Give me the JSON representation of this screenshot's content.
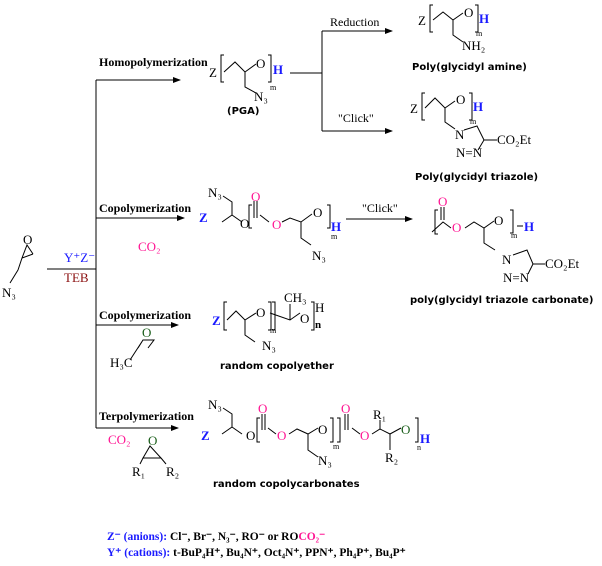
{
  "colors": {
    "anion": "#1a1aff",
    "cation": "#1a1aff",
    "co2": "#ff1493",
    "teb": "#8b1010",
    "epoxide_o": "#1a5e1a"
  },
  "reagent": {
    "monomer_o": "O",
    "monomer_n3": "N₃",
    "catalyst": "Y⁺Z⁻",
    "activator": "TEB"
  },
  "routes": {
    "homo": {
      "label": "Homopolymerization"
    },
    "co1": {
      "label": "Copolymerization",
      "comonomer": "CO₂"
    },
    "co2": {
      "label": "Copolymerization",
      "comonomer_o": "O",
      "comonomer_me": "H₃C"
    },
    "ter": {
      "label": "Terpolymerization",
      "co2": "CO₂",
      "epoxide_o": "O",
      "r1": "R₁",
      "r2": "R₂"
    }
  },
  "pga": {
    "z": "Z",
    "o": "O",
    "h": "H",
    "m": "m",
    "n3": "N₃",
    "name": "(PGA)"
  },
  "reduction": {
    "label": "Reduction"
  },
  "click1": {
    "label": "\"Click\""
  },
  "amine": {
    "z": "Z",
    "o": "O",
    "h": "H",
    "m": "m",
    "nh2": "NH₂",
    "name": "Poly(glycidyl amine)"
  },
  "triazole": {
    "z": "Z",
    "o": "O",
    "h": "H",
    "m": "m",
    "n1": "N",
    "nn": "N=N",
    "co2et": "CO₂Et",
    "name": "Poly(glycidyl triazole)"
  },
  "carbonate": {
    "n3a": "N₃",
    "z": "Z",
    "o1": "O",
    "co": "O",
    "o2": "O",
    "o3": "O",
    "h": "H",
    "m": "m",
    "n3b": "N₃"
  },
  "click2": {
    "label": "\"Click\""
  },
  "tricarb": {
    "co": "O",
    "o1": "O",
    "o2": "O",
    "m": "m",
    "h": "H",
    "n1": "N",
    "nn": "N=N",
    "co2et": "CO₂Et",
    "name": "poly(glycidyl triazole carbonate)"
  },
  "copolyether": {
    "z": "Z",
    "o1": "O",
    "m": "m",
    "o2": "O",
    "h": "H",
    "n": "n",
    "ch3": "CH₃",
    "n3": "N₃",
    "name": "random copolyether"
  },
  "copolycarb": {
    "n3a": "N₃",
    "z": "Z",
    "o1": "O",
    "co1": "O",
    "o2": "O",
    "o3": "O",
    "m": "m",
    "co2": "O",
    "o4": "O",
    "r1": "R₁",
    "o5": "O",
    "h": "H",
    "n": "n",
    "r2": "R₂",
    "n3b": "N₃",
    "name": "random copolycarbonates"
  },
  "legend": {
    "anions_label": "Z⁻ (anions): ",
    "anions_list": "Cl⁻, Br⁻, N₃⁻, RO⁻ or  RO",
    "anions_co2": "CO₂⁻",
    "cations_label": "Y⁺ (cations): ",
    "cations_list": "t-BuP₄H⁺, Bu₄N⁺, Oct₄N⁺, PPN⁺, Ph₄P⁺, Bu₄P⁺"
  }
}
